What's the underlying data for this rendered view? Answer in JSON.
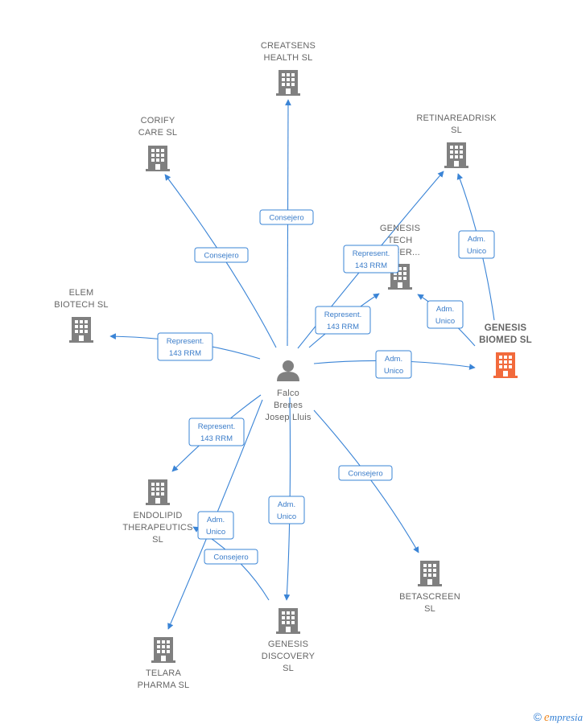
{
  "colors": {
    "edge": "#3a84d6",
    "building": "#808080",
    "highlight": "#f26a3c",
    "person": "#808080",
    "label": "#666666"
  },
  "nodes": [
    {
      "id": "creatsens",
      "kind": "company",
      "lines": [
        "CREATSENS",
        "HEALTH  SL"
      ]
    },
    {
      "id": "corify",
      "kind": "company",
      "lines": [
        "CORIFY",
        "CARE  SL"
      ]
    },
    {
      "id": "retinareadrisk",
      "kind": "company",
      "lines": [
        "RETINAREADRISK",
        "SL"
      ]
    },
    {
      "id": "genesis-tech",
      "kind": "company",
      "lines": [
        "GENESIS",
        "TECH",
        "...SFER..."
      ]
    },
    {
      "id": "elem",
      "kind": "company",
      "lines": [
        "ELEM",
        "BIOTECH  SL"
      ]
    },
    {
      "id": "genesis-biomed",
      "kind": "company-highlight",
      "lines": [
        "GENESIS",
        "BIOMED  SL"
      ]
    },
    {
      "id": "falco",
      "kind": "person",
      "lines": [
        "Falco",
        "Brenes",
        "Josep Lluis"
      ]
    },
    {
      "id": "endolipid",
      "kind": "company",
      "lines": [
        "ENDOLIPID",
        "THERAPEUTICS",
        "SL"
      ]
    },
    {
      "id": "betascreen",
      "kind": "company",
      "lines": [
        "BETASCREEN",
        "SL"
      ]
    },
    {
      "id": "genesis-discovery",
      "kind": "company",
      "lines": [
        "GENESIS",
        "DISCOVERY",
        "SL"
      ]
    },
    {
      "id": "telara",
      "kind": "company",
      "lines": [
        "TELARA",
        "PHARMA  SL"
      ]
    }
  ],
  "edges": [
    {
      "from": "falco",
      "to": "creatsens",
      "label": [
        "Consejero"
      ]
    },
    {
      "from": "falco",
      "to": "corify",
      "label": [
        "Consejero"
      ]
    },
    {
      "from": "falco",
      "to": "retinareadrisk",
      "label": [
        "Represent.",
        "143 RRM"
      ]
    },
    {
      "from": "falco",
      "to": "genesis-tech",
      "label": [
        "Represent.",
        "143 RRM"
      ]
    },
    {
      "from": "falco",
      "to": "elem",
      "label": [
        "Represent.",
        "143 RRM"
      ]
    },
    {
      "from": "falco",
      "to": "genesis-biomed",
      "label": [
        "Adm.",
        "Unico"
      ]
    },
    {
      "from": "genesis-biomed",
      "to": "retinareadrisk",
      "label": [
        "Adm.",
        "Unico"
      ]
    },
    {
      "from": "genesis-biomed",
      "to": "genesis-tech",
      "label": [
        "Adm.",
        "Unico"
      ]
    },
    {
      "from": "falco",
      "to": "endolipid",
      "label": [
        "Represent.",
        "143 RRM"
      ]
    },
    {
      "from": "falco",
      "to": "betascreen",
      "label": [
        "Consejero"
      ]
    },
    {
      "from": "falco",
      "to": "genesis-discovery",
      "label": [
        "Adm.",
        "Unico"
      ]
    },
    {
      "from": "falco",
      "to": "telara",
      "label": [
        "Adm.",
        "Unico"
      ]
    },
    {
      "from": "genesis-discovery",
      "to": "endolipid",
      "label": [
        "Consejero"
      ]
    }
  ],
  "watermark": {
    "copyright": "©",
    "brand_initial": "e",
    "brand_rest": "mpresia"
  }
}
